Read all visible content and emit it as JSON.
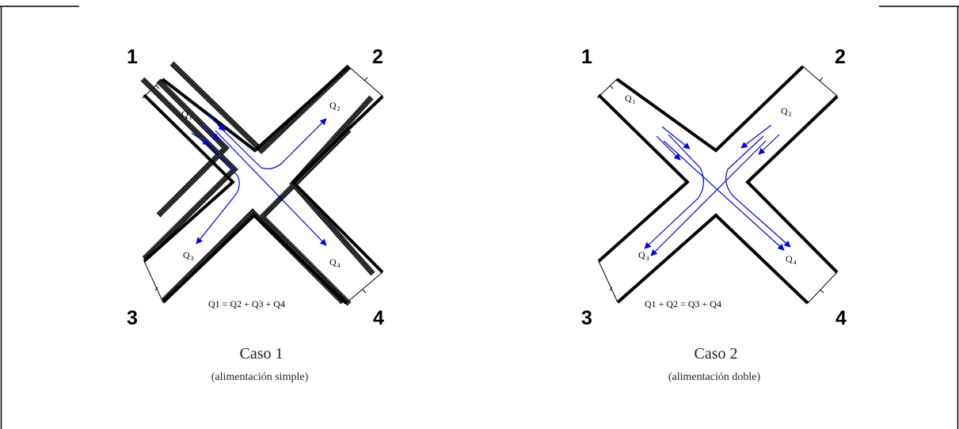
{
  "diagrams": [
    {
      "ports": [
        "1",
        "2",
        "3",
        "4"
      ],
      "flows": [
        {
          "label": "Q",
          "sub": "1"
        },
        {
          "label": "Q",
          "sub": "2"
        },
        {
          "label": "Q",
          "sub": "3"
        },
        {
          "label": "Q",
          "sub": "4"
        }
      ],
      "equation": "Q1 = Q2 + Q3 + Q4",
      "caption": "Caso 1",
      "subcaption": "(alimentación simple)"
    },
    {
      "ports": [
        "1",
        "2",
        "3",
        "4"
      ],
      "flows": [
        {
          "label": "Q",
          "sub": "1"
        },
        {
          "label": "Q",
          "sub": "2"
        },
        {
          "label": "Q",
          "sub": "3"
        },
        {
          "label": "Q",
          "sub": "4"
        }
      ],
      "equation": "Q1 + Q2 = Q3 + Q4",
      "caption": "Caso 2",
      "subcaption": "(alimentación doble)"
    }
  ],
  "colors": {
    "flow": "#0000ee",
    "wall": "#000000",
    "border": "#000000"
  }
}
